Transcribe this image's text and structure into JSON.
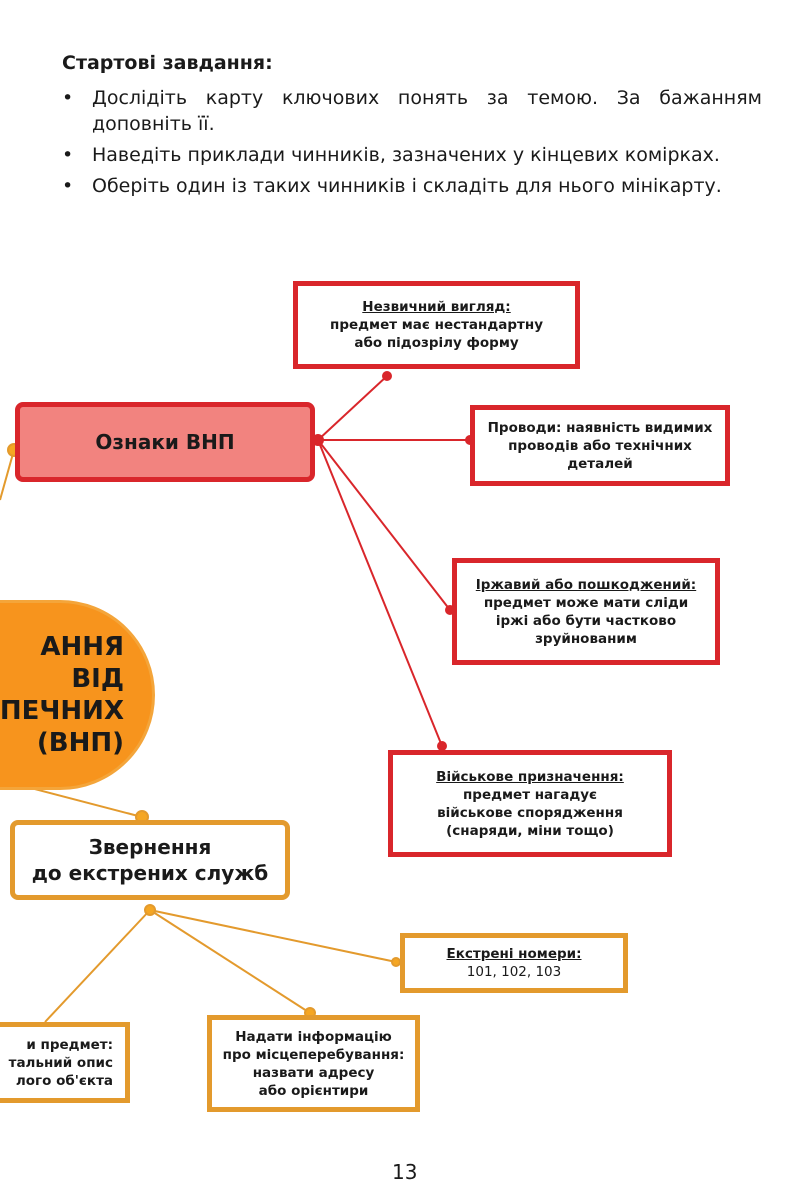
{
  "tasks": {
    "heading": "Стартові завдання:",
    "bullets": [
      "Дослідіть карту ключових понять за темою. За бажанням доповніть її.",
      "Наведіть приклади чинників, зазначених у кінцевих комірках.",
      "Оберіть один із таких чинників і складіть для нього мінікарту."
    ]
  },
  "map": {
    "center": {
      "lines": [
        "АННЯ",
        "ВІД",
        "ЗПЕЧНИХ",
        "(ВНП)"
      ]
    },
    "signs": {
      "title": "Ознаки ВНП",
      "items": [
        {
          "head": "Незвичний вигляд:",
          "body": [
            "предмет має нестандартну",
            "або підозрілу форму"
          ]
        },
        {
          "head": "Проводи: наявність видимих",
          "body": [
            "проводів або технічних",
            "деталей"
          ]
        },
        {
          "head": "Іржавий або пошкоджений:",
          "body": [
            "предмет може мати сліди",
            "іржі або бути частково",
            "зруйнованим"
          ]
        },
        {
          "head": "Військове призначення:",
          "body": [
            "предмет нагадує",
            "військове спорядження",
            "(снаряди, міни тощо)"
          ]
        }
      ]
    },
    "emergency": {
      "title": [
        "Звернення",
        "до екстрених служб"
      ],
      "items": [
        {
          "head": "Екстрені номери:",
          "body": [
            "101, 102, 103"
          ]
        },
        {
          "head": "",
          "body": [
            "и предмет:",
            "тальний опис",
            "лого об'єкта"
          ]
        },
        {
          "head": "",
          "body": [
            "Надати інформацію",
            "про місцеперебування:",
            "назвати адресу",
            "або орієнтири"
          ]
        }
      ]
    }
  },
  "page_number": "13",
  "colors": {
    "red": "#d9262b",
    "orange": "#f7941d",
    "gold": "#e39a2d",
    "pink": "#f2837f"
  }
}
